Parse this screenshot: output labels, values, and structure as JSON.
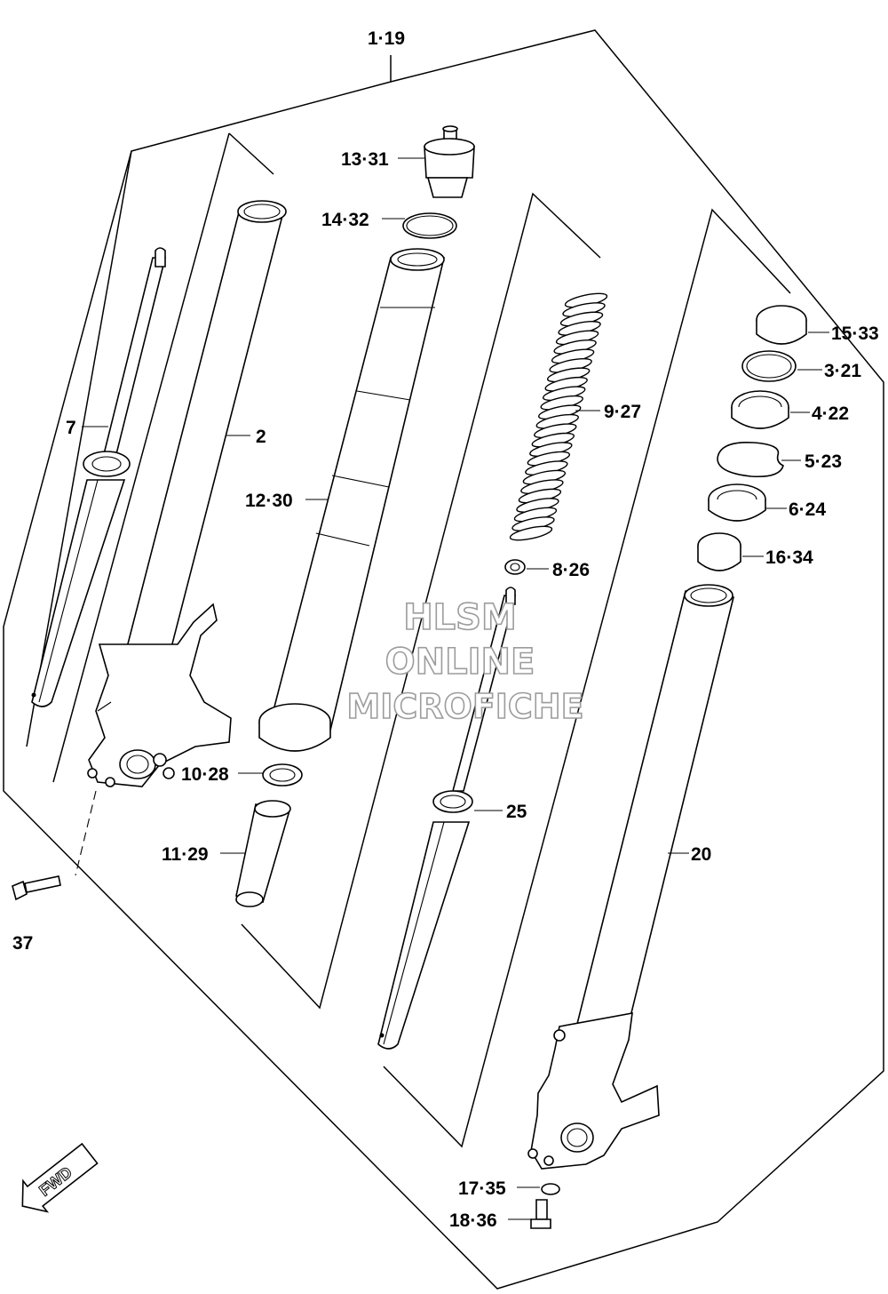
{
  "diagram": {
    "assembly_label": "1·19",
    "part_labels": {
      "p2": "2",
      "p7": "7",
      "p1230": "12·30",
      "p1331": "13·31",
      "p1432": "14·32",
      "p927": "9·27",
      "p826": "8·26",
      "p1028": "10·28",
      "p1129": "11·29",
      "p25": "25",
      "p20": "20",
      "p1533": "15·33",
      "p321": "3·21",
      "p422": "4·22",
      "p523": "5·23",
      "p624": "6·24",
      "p1634": "16·34",
      "p1735": "17·35",
      "p1836": "18·36",
      "p37": "37"
    },
    "direction_badge": "FWD"
  },
  "watermark": {
    "line1": "HLSM",
    "line2": "ONLINE",
    "line3": "MICROFICHE"
  }
}
